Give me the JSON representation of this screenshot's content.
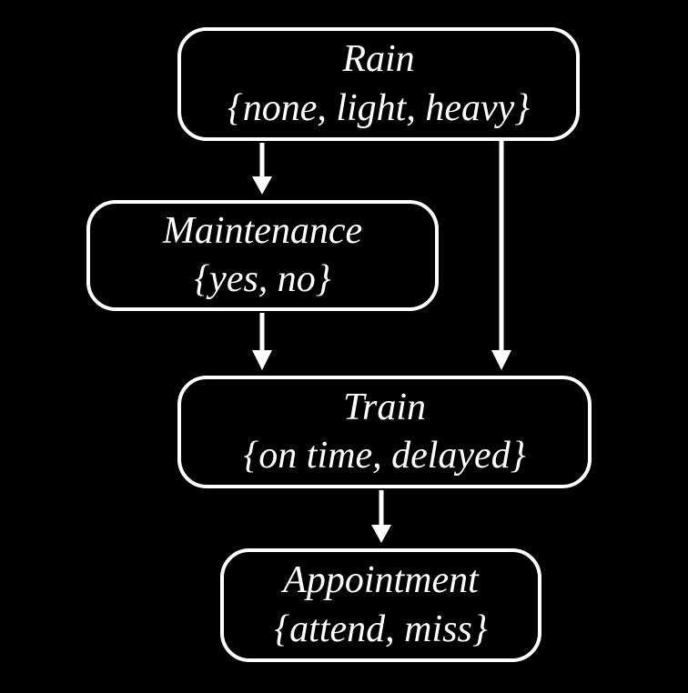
{
  "diagram": {
    "background_color": "#000000",
    "node_border_color": "#ffffff",
    "text_color": "#ffffff",
    "arrow_color": "#ffffff",
    "nodes": [
      {
        "id": "rain",
        "name": "Rain",
        "domain": "{none, light, heavy}"
      },
      {
        "id": "maintenance",
        "name": "Maintenance",
        "domain": "{yes, no}"
      },
      {
        "id": "train",
        "name": "Train",
        "domain": "{on time, delayed}"
      },
      {
        "id": "appointment",
        "name": "Appointment",
        "domain": "{attend, miss}"
      }
    ],
    "edges": [
      {
        "from": "Rain",
        "to": "Maintenance"
      },
      {
        "from": "Rain",
        "to": "Train"
      },
      {
        "from": "Maintenance",
        "to": "Train"
      },
      {
        "from": "Train",
        "to": "Appointment"
      }
    ]
  }
}
